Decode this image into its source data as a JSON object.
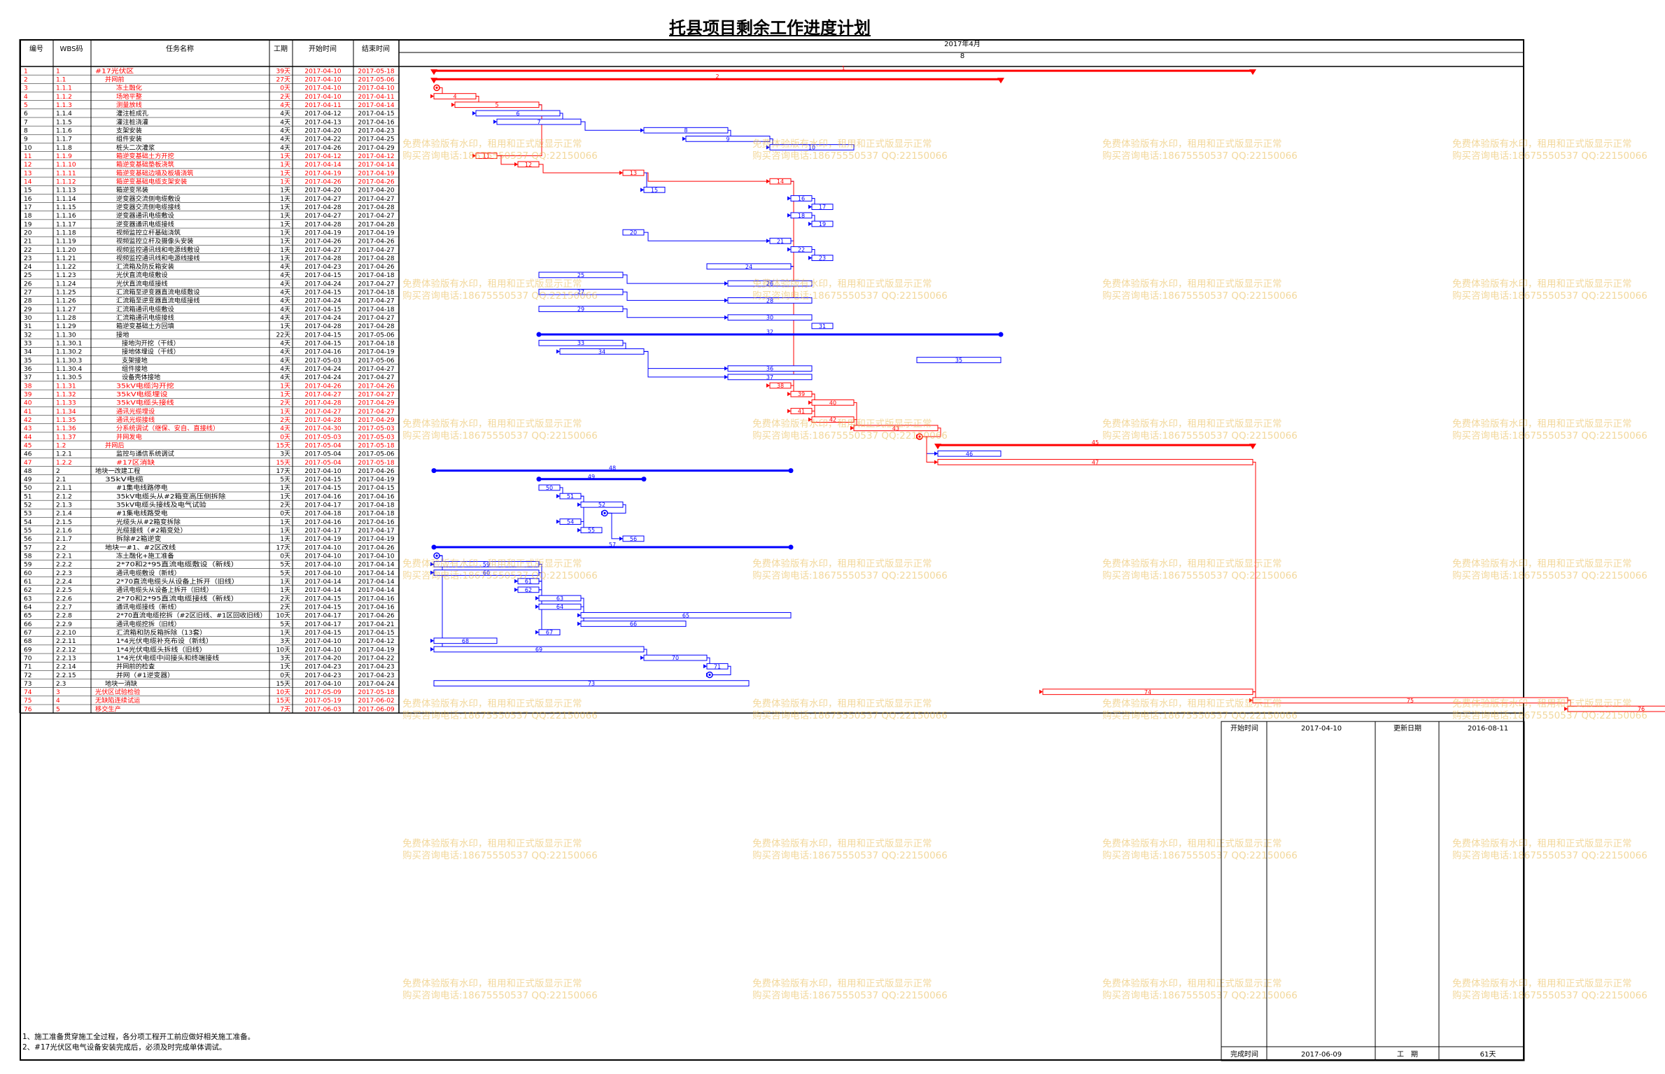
{
  "title": "托县项目剩余工作进度计划",
  "header": {
    "col_id": "编号",
    "col_wbs": "WBS码",
    "col_name": "任务名称",
    "col_dur": "工期",
    "col_start": "开始时间",
    "col_end": "结束时间",
    "month": "2017年4月",
    "week": "8"
  },
  "chart_data": {
    "type": "gantt",
    "timeline_start": "2017-04-10",
    "tasks": [
      {
        "id": "1",
        "wbs": "1",
        "name": "#17光伏区",
        "dur": "39天",
        "start": "2017-04-10",
        "end": "2017-05-18",
        "critical": true,
        "summary": true
      },
      {
        "id": "2",
        "wbs": "1.1",
        "name": "并网前",
        "dur": "27天",
        "start": "2017-04-10",
        "end": "2017-05-06",
        "critical": true,
        "summary": true
      },
      {
        "id": "3",
        "wbs": "1.1.1",
        "name": "冻土融化",
        "dur": "0天",
        "start": "2017-04-10",
        "end": "2017-04-10",
        "critical": true,
        "milestone": true
      },
      {
        "id": "4",
        "wbs": "1.1.2",
        "name": "场地平整",
        "dur": "2天",
        "start": "2017-04-10",
        "end": "2017-04-11",
        "critical": true
      },
      {
        "id": "5",
        "wbs": "1.1.3",
        "name": "测量放线",
        "dur": "4天",
        "start": "2017-04-11",
        "end": "2017-04-14",
        "critical": true
      },
      {
        "id": "6",
        "wbs": "1.1.4",
        "name": "灌注桩成孔",
        "dur": "4天",
        "start": "2017-04-12",
        "end": "2017-04-15"
      },
      {
        "id": "7",
        "wbs": "1.1.5",
        "name": "灌注桩浇灌",
        "dur": "4天",
        "start": "2017-04-13",
        "end": "2017-04-16"
      },
      {
        "id": "8",
        "wbs": "1.1.6",
        "name": "支架安装",
        "dur": "4天",
        "start": "2017-04-20",
        "end": "2017-04-23"
      },
      {
        "id": "9",
        "wbs": "1.1.7",
        "name": "组件安装",
        "dur": "4天",
        "start": "2017-04-22",
        "end": "2017-04-25"
      },
      {
        "id": "10",
        "wbs": "1.1.8",
        "name": "桩头二次灌浆",
        "dur": "4天",
        "start": "2017-04-26",
        "end": "2017-04-29"
      },
      {
        "id": "11",
        "wbs": "1.1.9",
        "name": "箱逆变基础土方开挖",
        "dur": "1天",
        "start": "2017-04-12",
        "end": "2017-04-12",
        "critical": true
      },
      {
        "id": "12",
        "wbs": "1.1.10",
        "name": "箱逆变基础垫板浇筑",
        "dur": "1天",
        "start": "2017-04-14",
        "end": "2017-04-14",
        "critical": true
      },
      {
        "id": "13",
        "wbs": "1.1.11",
        "name": "箱逆变基础边墙及板墙浇筑",
        "dur": "1天",
        "start": "2017-04-19",
        "end": "2017-04-19",
        "critical": true
      },
      {
        "id": "14",
        "wbs": "1.1.12",
        "name": "箱逆变基础电缆支架安装",
        "dur": "1天",
        "start": "2017-04-26",
        "end": "2017-04-26",
        "critical": true
      },
      {
        "id": "15",
        "wbs": "1.1.13",
        "name": "箱逆变吊装",
        "dur": "1天",
        "start": "2017-04-20",
        "end": "2017-04-20"
      },
      {
        "id": "16",
        "wbs": "1.1.14",
        "name": "逆变器交流侧电缆敷设",
        "dur": "1天",
        "start": "2017-04-27",
        "end": "2017-04-27"
      },
      {
        "id": "17",
        "wbs": "1.1.15",
        "name": "逆变器交流侧电缆接线",
        "dur": "1天",
        "start": "2017-04-28",
        "end": "2017-04-28"
      },
      {
        "id": "18",
        "wbs": "1.1.16",
        "name": "逆变器通讯电缆敷设",
        "dur": "1天",
        "start": "2017-04-27",
        "end": "2017-04-27"
      },
      {
        "id": "19",
        "wbs": "1.1.17",
        "name": "逆变器通讯电缆接线",
        "dur": "1天",
        "start": "2017-04-28",
        "end": "2017-04-28"
      },
      {
        "id": "20",
        "wbs": "1.1.18",
        "name": "视频监控立杆基础浇筑",
        "dur": "1天",
        "start": "2017-04-19",
        "end": "2017-04-19"
      },
      {
        "id": "21",
        "wbs": "1.1.19",
        "name": "视频监控立杆及摄像头安装",
        "dur": "1天",
        "start": "2017-04-26",
        "end": "2017-04-26"
      },
      {
        "id": "22",
        "wbs": "1.1.20",
        "name": "视频监控通讯线和电源线敷设",
        "dur": "1天",
        "start": "2017-04-27",
        "end": "2017-04-27"
      },
      {
        "id": "23",
        "wbs": "1.1.21",
        "name": "视频监控通讯线和电源线接线",
        "dur": "1天",
        "start": "2017-04-28",
        "end": "2017-04-28"
      },
      {
        "id": "24",
        "wbs": "1.1.22",
        "name": "汇流箱及防反箱安装",
        "dur": "4天",
        "start": "2017-04-23",
        "end": "2017-04-26"
      },
      {
        "id": "25",
        "wbs": "1.1.23",
        "name": "光伏直流电缆敷设",
        "dur": "4天",
        "start": "2017-04-15",
        "end": "2017-04-18"
      },
      {
        "id": "26",
        "wbs": "1.1.24",
        "name": "光伏直流电缆接线",
        "dur": "4天",
        "start": "2017-04-24",
        "end": "2017-04-27"
      },
      {
        "id": "27",
        "wbs": "1.1.25",
        "name": "汇流箱至逆变器直流电缆敷设",
        "dur": "4天",
        "start": "2017-04-15",
        "end": "2017-04-18"
      },
      {
        "id": "28",
        "wbs": "1.1.26",
        "name": "汇流箱至逆变器直流电缆接线",
        "dur": "4天",
        "start": "2017-04-24",
        "end": "2017-04-27"
      },
      {
        "id": "29",
        "wbs": "1.1.27",
        "name": "汇流箱通讯电缆敷设",
        "dur": "4天",
        "start": "2017-04-15",
        "end": "2017-04-18"
      },
      {
        "id": "30",
        "wbs": "1.1.28",
        "name": "汇流箱通讯电缆接线",
        "dur": "4天",
        "start": "2017-04-24",
        "end": "2017-04-27"
      },
      {
        "id": "31",
        "wbs": "1.1.29",
        "name": "箱逆变基础土方回填",
        "dur": "1天",
        "start": "2017-04-28",
        "end": "2017-04-28"
      },
      {
        "id": "32",
        "wbs": "1.1.30",
        "name": "接地",
        "dur": "22天",
        "start": "2017-04-15",
        "end": "2017-05-06",
        "summary": true
      },
      {
        "id": "33",
        "wbs": "1.1.30.1",
        "name": "接地沟开挖（干线）",
        "dur": "4天",
        "start": "2017-04-15",
        "end": "2017-04-18",
        "indent": true
      },
      {
        "id": "34",
        "wbs": "1.1.30.2",
        "name": "接地体埋设（干线）",
        "dur": "4天",
        "start": "2017-04-16",
        "end": "2017-04-19",
        "indent": true
      },
      {
        "id": "35",
        "wbs": "1.1.30.3",
        "name": "支架接地",
        "dur": "4天",
        "start": "2017-05-03",
        "end": "2017-05-06",
        "indent": true
      },
      {
        "id": "36",
        "wbs": "1.1.30.4",
        "name": "组件接地",
        "dur": "4天",
        "start": "2017-04-24",
        "end": "2017-04-27",
        "indent": true
      },
      {
        "id": "37",
        "wbs": "1.1.30.5",
        "name": "设备壳体接地",
        "dur": "4天",
        "start": "2017-04-24",
        "end": "2017-04-27",
        "indent": true
      },
      {
        "id": "38",
        "wbs": "1.1.31",
        "name": "35kV电缆沟开挖",
        "dur": "1天",
        "start": "2017-04-26",
        "end": "2017-04-26",
        "critical": true
      },
      {
        "id": "39",
        "wbs": "1.1.32",
        "name": "35kV电缆埋设",
        "dur": "1天",
        "start": "2017-04-27",
        "end": "2017-04-27",
        "critical": true
      },
      {
        "id": "40",
        "wbs": "1.1.33",
        "name": "35kV电缆头接线",
        "dur": "2天",
        "start": "2017-04-28",
        "end": "2017-04-29",
        "critical": true
      },
      {
        "id": "41",
        "wbs": "1.1.34",
        "name": "通讯光缆埋设",
        "dur": "1天",
        "start": "2017-04-27",
        "end": "2017-04-27",
        "critical": true
      },
      {
        "id": "42",
        "wbs": "1.1.35",
        "name": "通讯光缆接线",
        "dur": "2天",
        "start": "2017-04-28",
        "end": "2017-04-29",
        "critical": true
      },
      {
        "id": "43",
        "wbs": "1.1.36",
        "name": "分系统调试（继保、安自、直接线）",
        "dur": "4天",
        "start": "2017-04-30",
        "end": "2017-05-03",
        "critical": true
      },
      {
        "id": "44",
        "wbs": "1.1.37",
        "name": "并网发电",
        "dur": "0天",
        "start": "2017-05-03",
        "end": "2017-05-03",
        "critical": true,
        "milestone": true
      },
      {
        "id": "45",
        "wbs": "1.2",
        "name": "并网后",
        "dur": "15天",
        "start": "2017-05-04",
        "end": "2017-05-18",
        "critical": true,
        "summary": true
      },
      {
        "id": "46",
        "wbs": "1.2.1",
        "name": "监控与通信系统调试",
        "dur": "3天",
        "start": "2017-05-04",
        "end": "2017-05-06"
      },
      {
        "id": "47",
        "wbs": "1.2.2",
        "name": "#17区消缺",
        "dur": "15天",
        "start": "2017-05-04",
        "end": "2017-05-18",
        "critical": true
      },
      {
        "id": "48",
        "wbs": "2",
        "name": "地块一改建工程",
        "dur": "17天",
        "start": "2017-04-10",
        "end": "2017-04-26",
        "summary": true
      },
      {
        "id": "49",
        "wbs": "2.1",
        "name": "35kV电缆",
        "dur": "5天",
        "start": "2017-04-15",
        "end": "2017-04-19",
        "summary": true
      },
      {
        "id": "50",
        "wbs": "2.1.1",
        "name": "#1集电线路停电",
        "dur": "1天",
        "start": "2017-04-15",
        "end": "2017-04-15"
      },
      {
        "id": "51",
        "wbs": "2.1.2",
        "name": "35kV电缆头从#2箱变高压侧拆除",
        "dur": "1天",
        "start": "2017-04-16",
        "end": "2017-04-16"
      },
      {
        "id": "52",
        "wbs": "2.1.3",
        "name": "35kV电缆头接线及电气试验",
        "dur": "2天",
        "start": "2017-04-17",
        "end": "2017-04-18"
      },
      {
        "id": "53",
        "wbs": "2.1.4",
        "name": "#1集电线路受电",
        "dur": "0天",
        "start": "2017-04-18",
        "end": "2017-04-18",
        "milestone": true
      },
      {
        "id": "54",
        "wbs": "2.1.5",
        "name": "光缆头从#2箱变拆除",
        "dur": "1天",
        "start": "2017-04-16",
        "end": "2017-04-16"
      },
      {
        "id": "55",
        "wbs": "2.1.6",
        "name": "光缆接线（#2箱变处）",
        "dur": "1天",
        "start": "2017-04-17",
        "end": "2017-04-17"
      },
      {
        "id": "56",
        "wbs": "2.1.7",
        "name": "拆除#2箱逆变",
        "dur": "1天",
        "start": "2017-04-19",
        "end": "2017-04-19"
      },
      {
        "id": "57",
        "wbs": "2.2",
        "name": "地块一#1、#2区改线",
        "dur": "17天",
        "start": "2017-04-10",
        "end": "2017-04-26",
        "summary": true
      },
      {
        "id": "58",
        "wbs": "2.2.1",
        "name": "冻土融化+施工准备",
        "dur": "0天",
        "start": "2017-04-10",
        "end": "2017-04-10",
        "milestone": true
      },
      {
        "id": "59",
        "wbs": "2.2.2",
        "name": "2*70和2*95直流电缆敷设（新线）",
        "dur": "5天",
        "start": "2017-04-10",
        "end": "2017-04-14"
      },
      {
        "id": "60",
        "wbs": "2.2.3",
        "name": "通讯电缆敷设（新线）",
        "dur": "5天",
        "start": "2017-04-10",
        "end": "2017-04-14"
      },
      {
        "id": "61",
        "wbs": "2.2.4",
        "name": "2*70直流电缆头从设备上拆开（旧线）",
        "dur": "1天",
        "start": "2017-04-14",
        "end": "2017-04-14"
      },
      {
        "id": "62",
        "wbs": "2.2.5",
        "name": "通讯电缆头从设备上拆开（旧线）",
        "dur": "1天",
        "start": "2017-04-14",
        "end": "2017-04-14"
      },
      {
        "id": "63",
        "wbs": "2.2.6",
        "name": "2*70和2*95直流电缆接线（新线）",
        "dur": "2天",
        "start": "2017-04-15",
        "end": "2017-04-16"
      },
      {
        "id": "64",
        "wbs": "2.2.7",
        "name": "通讯电缆接线（新线）",
        "dur": "2天",
        "start": "2017-04-15",
        "end": "2017-04-16"
      },
      {
        "id": "65",
        "wbs": "2.2.8",
        "name": "2*70直流电缆挖拆（#2区旧线、#1区回收旧线）",
        "dur": "10天",
        "start": "2017-04-17",
        "end": "2017-04-26"
      },
      {
        "id": "66",
        "wbs": "2.2.9",
        "name": "通讯电缆挖拆（旧线）",
        "dur": "5天",
        "start": "2017-04-17",
        "end": "2017-04-21"
      },
      {
        "id": "67",
        "wbs": "2.2.10",
        "name": "汇流箱和防反箱拆除（13套）",
        "dur": "1天",
        "start": "2017-04-15",
        "end": "2017-04-15"
      },
      {
        "id": "68",
        "wbs": "2.2.11",
        "name": "1*4光伏电缆补充布设（新线）",
        "dur": "3天",
        "start": "2017-04-10",
        "end": "2017-04-12"
      },
      {
        "id": "69",
        "wbs": "2.2.12",
        "name": "1*4光伏电缆头拆线（旧线）",
        "dur": "10天",
        "start": "2017-04-10",
        "end": "2017-04-19"
      },
      {
        "id": "70",
        "wbs": "2.2.13",
        "name": "1*4光伏电缆中间接头和终端接线",
        "dur": "3天",
        "start": "2017-04-20",
        "end": "2017-04-22"
      },
      {
        "id": "71",
        "wbs": "2.2.14",
        "name": "并网前的检查",
        "dur": "1天",
        "start": "2017-04-23",
        "end": "2017-04-23"
      },
      {
        "id": "72",
        "wbs": "2.2.15",
        "name": "并网（#1逆变器）",
        "dur": "0天",
        "start": "2017-04-23",
        "end": "2017-04-23",
        "milestone": true
      },
      {
        "id": "73",
        "wbs": "2.3",
        "name": "地块一消缺",
        "dur": "15天",
        "start": "2017-04-10",
        "end": "2017-04-24"
      },
      {
        "id": "74",
        "wbs": "3",
        "name": "光伏区试验检验",
        "dur": "10天",
        "start": "2017-05-09",
        "end": "2017-05-18",
        "critical": true
      },
      {
        "id": "75",
        "wbs": "4",
        "name": "无缺陷连续试运",
        "dur": "15天",
        "start": "2017-05-19",
        "end": "2017-06-02",
        "critical": true
      },
      {
        "id": "76",
        "wbs": "5",
        "name": "移交生产",
        "dur": "7天",
        "start": "2017-06-03",
        "end": "2017-06-09",
        "critical": true
      }
    ]
  },
  "watermark": {
    "line1": "免费体验版有水印，租用和正式版显示正常",
    "line2": "购买咨询电话:18675550537 QQ:22150066"
  },
  "notes": [
    "1、施工准备贯穿施工全过程，各分项工程开工前应做好相关施工准备。",
    "2、#17光伏区电气设备安装完成后，必须及时完成单体调试。"
  ],
  "footer": {
    "start_label": "开始时间",
    "start_value": "2017-04-10",
    "end_label": "完成时间",
    "end_value": "2017-06-09",
    "updated_label": "更新日期",
    "updated_value": "2016-08-11",
    "dur_label": "工　期",
    "dur_value": "61天"
  },
  "colors": {
    "critical": "#ff0000",
    "normal": "#0000ff",
    "watermark": "#e8b84a",
    "grid": "#000000"
  }
}
